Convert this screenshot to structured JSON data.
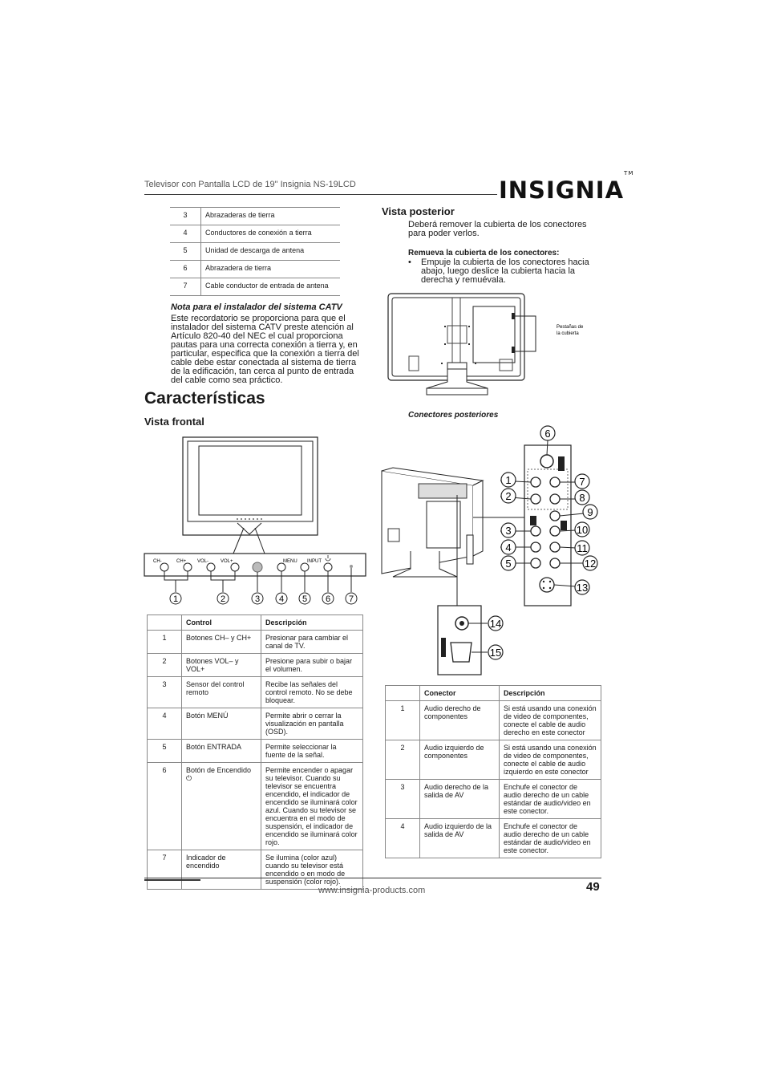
{
  "header": {
    "title": "Televisor con Pantalla LCD de 19\" Insignia NS-19LCD",
    "brand": "INSIGNIA",
    "trademark": "TM"
  },
  "top_table": [
    {
      "n": "3",
      "desc": "Abrazaderas de tierra"
    },
    {
      "n": "4",
      "desc": "Conductores de conexión a tierra"
    },
    {
      "n": "5",
      "desc": "Unidad de descarga de antena"
    },
    {
      "n": "6",
      "desc": "Abrazadera de tierra"
    },
    {
      "n": "7",
      "desc": "Cable conductor de entrada de antena"
    }
  ],
  "catv_note": {
    "title": "Nota para el instalador del sistema CATV",
    "body": "Este recordatorio se proporciona para que el instalador del sistema CATV preste atención al Artículo 820-40 del NEC el cual proporciona pautas para una correcta conexión a tierra y, en particular, especifica que la conexión a tierra del cable debe estar conectada al sistema de tierra de la edificación, tan cerca al punto de entrada del cable como sea práctico."
  },
  "features": {
    "title": "Características",
    "front_title": "Vista frontal",
    "button_labels": [
      "CH-",
      "CH+",
      "VOL-",
      "VOL+",
      "MENU",
      "INPUT"
    ],
    "callouts": [
      "1",
      "2",
      "3",
      "4",
      "5",
      "6",
      "7"
    ]
  },
  "front_table": {
    "headers": [
      "",
      "Control",
      "Descripción"
    ],
    "rows": [
      {
        "n": "1",
        "control": "Botones CH– y CH+",
        "desc": "Presionar para cambiar el canal de TV."
      },
      {
        "n": "2",
        "control": "Botones VOL– y VOL+",
        "desc": "Presione para subir o bajar el volumen."
      },
      {
        "n": "3",
        "control": "Sensor del control remoto",
        "desc": "Recibe las señales del control remoto. No se debe bloquear."
      },
      {
        "n": "4",
        "control": "Botón MENÚ",
        "desc": "Permite abrir o cerrar la visualización en pantalla (OSD)."
      },
      {
        "n": "5",
        "control": "Botón ENTRADA",
        "desc": "Permite seleccionar la fuente de la señal."
      },
      {
        "n": "6",
        "control": "Botón de Encendido",
        "desc": "Permite encender o apagar su televisor. Cuando su televisor se encuentra encendido, el indicador de encendido se iluminará color azul. Cuando su televisor se encuentra en el modo de suspensión, el indicador de encendido se iluminará color rojo."
      },
      {
        "n": "7",
        "control": "Indicador de encendido",
        "desc": "Se ilumina (color azul) cuando su televisor está encendido o en modo de suspensión (color rojo)."
      }
    ]
  },
  "rear": {
    "title": "Vista posterior",
    "intro": "Deberá remover la cubierta de los conectores para poder verlos.",
    "remove_title": "Remueva la cubierta de los conectores:",
    "bullet_mark": "•",
    "bullet": "Empuje la cubierta de los conectores hacia abajo, luego deslice la cubierta hacia la derecha y remuévala.",
    "tab_label_1": "Pestañas de",
    "tab_label_2": "la cubierta",
    "caption": "Conectores posteriores",
    "callouts": [
      "1",
      "2",
      "3",
      "4",
      "5",
      "6",
      "7",
      "8",
      "9",
      "10",
      "11",
      "12",
      "13",
      "14",
      "15"
    ]
  },
  "conn_table": {
    "headers": [
      "",
      "Conector",
      "Descripción"
    ],
    "rows": [
      {
        "n": "1",
        "conn": "Audio derecho de componentes",
        "desc": "Si está usando una conexión de video de componentes, conecte el cable de audio derecho en este conector"
      },
      {
        "n": "2",
        "conn": "Audio izquierdo de componentes",
        "desc": "Si está usando una conexión de video de componentes, conecte el cable de audio izquierdo en este conector"
      },
      {
        "n": "3",
        "conn": "Audio derecho de la salida de AV",
        "desc": "Enchufe el conector de audio derecho de un cable estándar de audio/video en este conector."
      },
      {
        "n": "4",
        "conn": "Audio izquierdo de la salida de AV",
        "desc": "Enchufe el conector de audio derecho de un cable estándar de audio/video en este conector."
      }
    ]
  },
  "footer": {
    "url": "www.insignia-products.com",
    "page": "49"
  }
}
